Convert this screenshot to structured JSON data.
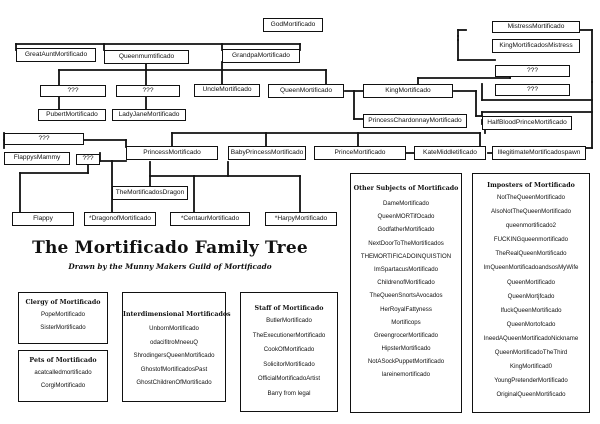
{
  "nodes": {
    "god": "GodMortificado",
    "mistress": "MistressMortificado",
    "king_mistress": "KingMortificadosMistress",
    "great_aunt": "GreatAuntMortificado",
    "queenmum": "Queenmumtificado",
    "grandpa": "GrandpaMortificado",
    "unknown_r1": "???",
    "unknown_a": "???",
    "unknown_b": "???",
    "uncle": "UncleMortificado",
    "queen": "QueenMortificado",
    "king": "KingMortificado",
    "unknown_r2": "???",
    "pubert": "PubertMortificado",
    "ladyjane": "LadyJaneMortificado",
    "chardonnay": "PrincessChardonnayMortificado",
    "halfblood": "HalfBloodPrinceMortificado",
    "unknown_c": "???",
    "flappymammy": "FlappysMammy",
    "unknown_d": "???",
    "princess": "PrincessMortificado",
    "babyprincess": "BabyPrincessMortificado",
    "prince": "PrinceMortificado",
    "katemiddle": "KateMiddletificado",
    "spawn": "IllegitimateMortificadospawn",
    "dragons": "TheMortificadosDragon",
    "flappy": "Flappy",
    "dragon": "*DragonofMortificado",
    "centaur": "*CentaurMortificado",
    "harpy": "*HarpyMortificado"
  },
  "title": "The Mortificado Family Tree",
  "subtitle": "Drawn by the Munny Makers Guild of Mortificado",
  "panels": {
    "clergy": {
      "heading": "Clergy of Mortificado",
      "items": [
        "PopeMortificado",
        "SisterMortificado"
      ]
    },
    "pets": {
      "heading": "Pets of Mortificado",
      "items": [
        "acatcalledmortificado",
        "CorgiMortificado"
      ]
    },
    "interdim": {
      "heading": "Interdimensional Mortificados",
      "items": [
        "UnbornMortificado",
        "odacifitroMneeuQ",
        "ShrodingersQueenMortificado",
        "GhostofMortificadosPast",
        "GhostChildrenOfMortificado"
      ]
    },
    "staff": {
      "heading": "Staff of Mortificado",
      "items": [
        "ButlerMortificado",
        "TheExecutionerMortificado",
        "CookOfMortificado",
        "SolicitorMortificado",
        "OfficialMortificadoArtist",
        "Barry from legal"
      ]
    },
    "others": {
      "heading": "Other Subjects of Mortificado",
      "items": [
        "DameMortificado",
        "QueenMORTifOcado",
        "GodfatherMortificado",
        "NextDoorToTheMortificados",
        "THEMORTIFICADOINQUISTION",
        "ImSpartacusMortificado",
        "ChildrenofMortificado",
        "TheQueenSnortsAvocados",
        "HerRoyalFattyness",
        "Mortificops",
        "GreengrocerMortificado",
        "HipsterMortificado",
        "NotASockPuppetMortificado",
        "lareinemortificado"
      ]
    },
    "imposters": {
      "heading": "Imposters of Mortificado",
      "items": [
        "NotTheQueenMortificado",
        "AlsoNotTheQueenMortificado",
        "queenmortificado2",
        "FUCKINGqueenmortificado",
        "TheRealQueenMortificado",
        "ImQueenMortificadoandsosMyWife",
        "QueenMortificado",
        "QueenMortjfcado",
        "IfuckQueenMortificado",
        "QueenMortofcado",
        "IneedAQueenMortificadoNickname",
        "QueenMortificadoTheThird",
        "KingMortificad0",
        "YoungPretenderMortificado",
        "OriginalQueenMortificado"
      ]
    }
  }
}
